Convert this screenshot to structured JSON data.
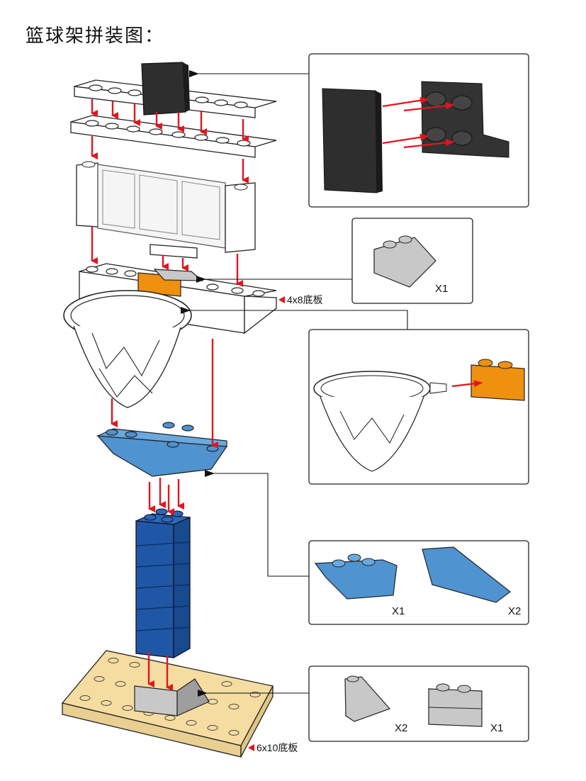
{
  "page": {
    "title": "篮球架拼装图："
  },
  "labels": {
    "plate_4x8": "4x8底板",
    "plate_6x10": "6x10底板"
  },
  "insets": {
    "connector": {
      "quantity": ""
    },
    "slope_gray": {
      "quantity": "X1"
    },
    "hoop": {
      "quantity": ""
    },
    "blue_parts": {
      "quantity_inverted": "X1",
      "quantity_wedge": "X2"
    },
    "gray_parts": {
      "quantity_slope": "X2",
      "quantity_brick": "X1"
    }
  },
  "colors": {
    "arrow_red": "#e0161e",
    "blue_light": "#4f93d1",
    "blue_dark": "#1f57a6",
    "orange": "#f0900f",
    "tan": "#f5dca0",
    "gray": "#c8c8c8",
    "dark_panel": "#2e2e2e"
  }
}
